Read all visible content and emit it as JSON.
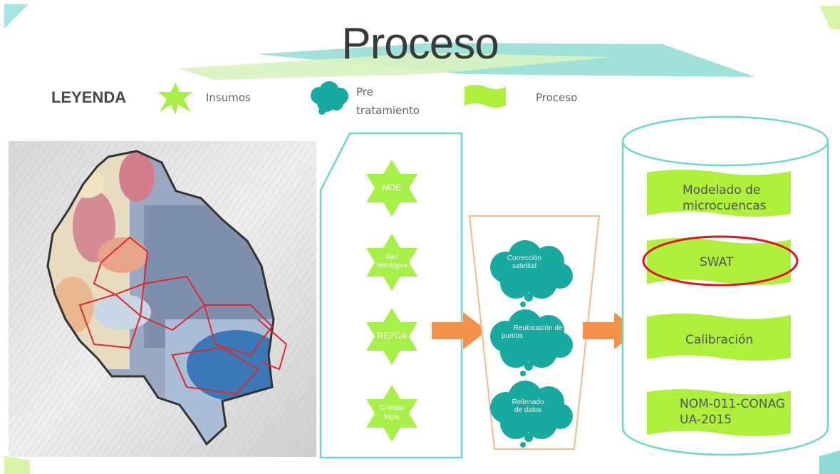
{
  "title": "Proceso",
  "legend": {
    "label": "LEYENDA",
    "insumos": "Insumos",
    "pretratamiento": [
      "Pre",
      "tratamiento"
    ],
    "proceso": "Proceso"
  },
  "insumos": [
    [
      "MDE"
    ],
    [
      "Red",
      "hidrológica"
    ],
    [
      "REPDA"
    ],
    [
      "Climato",
      "logía"
    ]
  ],
  "pretratamiento": [
    [
      "Corrección",
      "satelital"
    ],
    [
      "Reubicación de",
      "puntos"
    ],
    [
      "Rellenado",
      "de datos"
    ]
  ],
  "procesos": [
    [
      "Modelado de",
      "microcuencas"
    ],
    [
      "SWAT"
    ],
    [
      "Calibración"
    ],
    [
      "NOM-011-CONAG",
      "UA-2015"
    ]
  ],
  "colors": {
    "star": "#a6f048",
    "cloud": "#18a9a0",
    "process": "#aef03c",
    "arrow": "#f4924a",
    "outline_teal": "#6fd6cf",
    "outline_orange": "#f6b98a",
    "highlight": "#e0141e"
  }
}
